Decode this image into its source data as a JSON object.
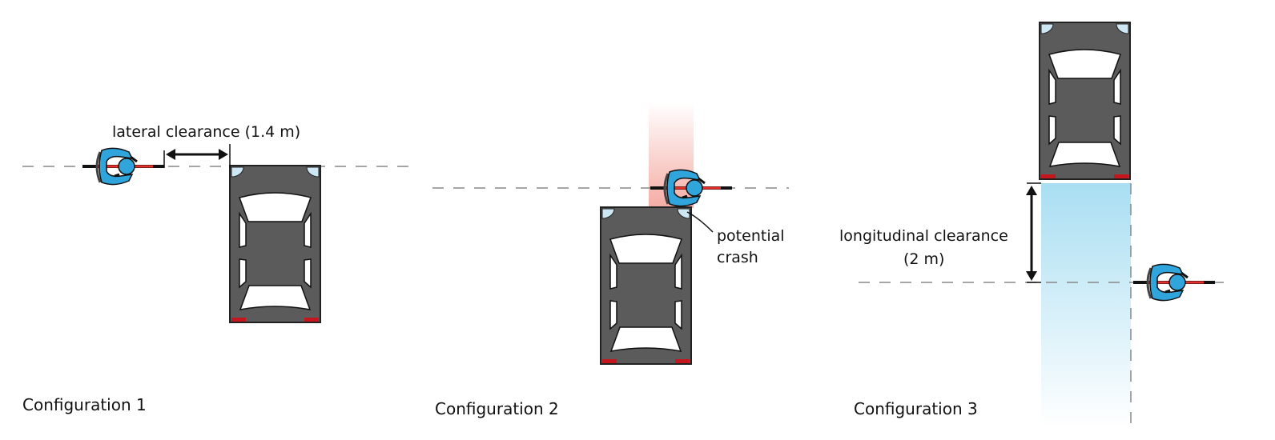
{
  "configurations": [
    {
      "title": "Configuration 1",
      "annotation": "lateral clearance (1.4 m)"
    },
    {
      "title": "Configuration 2",
      "annotation_line1": "potential",
      "annotation_line2": "crash"
    },
    {
      "title": "Configuration 3",
      "annotation_line1": "longitudinal clearance",
      "annotation_line2": "(2 m)"
    }
  ],
  "colors": {
    "car_body": "#5b5b5b",
    "cyclist": "#2fa5dc",
    "bike_red": "#e8302a",
    "danger_zone": "#f3a39a",
    "clearance_zone": "#a9def2"
  }
}
